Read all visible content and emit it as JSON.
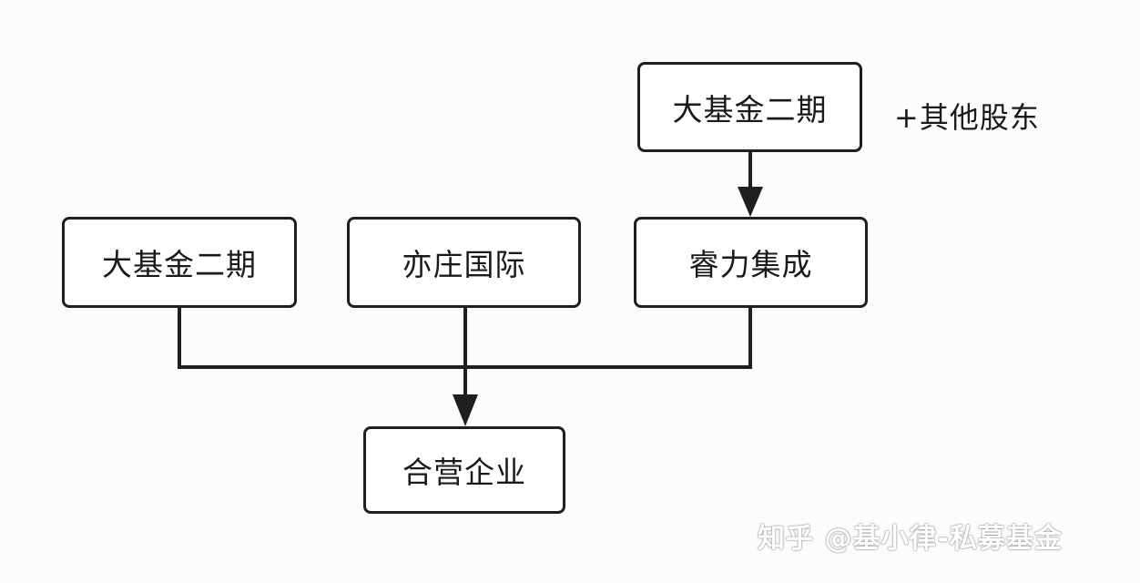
{
  "diagram": {
    "nodes": {
      "top_shareholder": "大基金二期",
      "left_shareholder": "大基金二期",
      "middle_shareholder": "亦庄国际",
      "right_shareholder": "睿力集成",
      "joint_venture": "合营企业"
    },
    "side_note": "+其他股东",
    "edges": [
      {
        "from": "top_shareholder",
        "to": "right_shareholder"
      },
      {
        "from": "left_shareholder",
        "to": "joint_venture"
      },
      {
        "from": "middle_shareholder",
        "to": "joint_venture"
      },
      {
        "from": "right_shareholder",
        "to": "joint_venture"
      }
    ],
    "colors": {
      "stroke": "#1f1f1f",
      "background": "#fdfcfd"
    }
  },
  "watermark": "知乎 @基小律-私募基金"
}
